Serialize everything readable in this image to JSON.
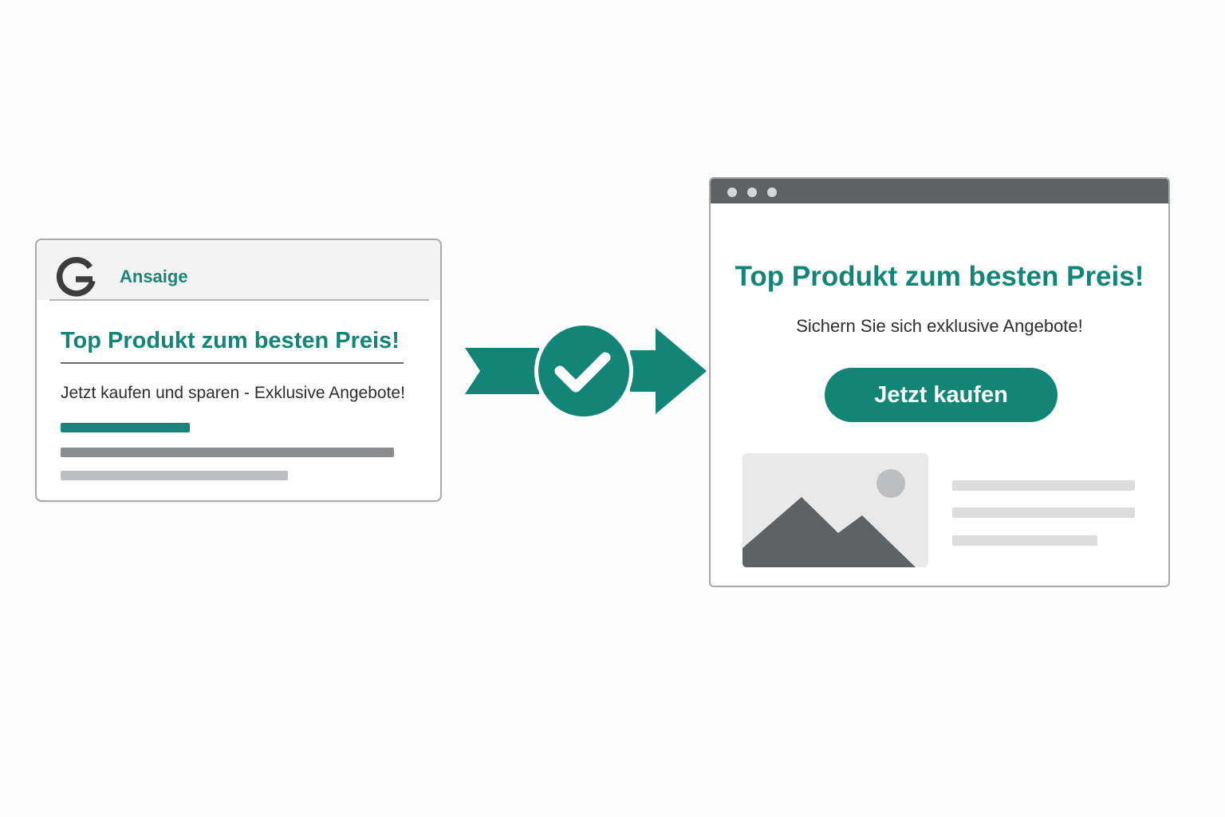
{
  "ad": {
    "logo_icon": "google-g-icon",
    "label": "Ansaige",
    "title": "Top Produkt zum besten Preis!",
    "description": "Jetzt kaufen und sparen - Exklusive Angebote!"
  },
  "connector": {
    "icon": "checkmark-circle-arrow-icon"
  },
  "landing_page": {
    "title": "Top Produkt zum besten Preis!",
    "subtitle": "Sichern Sie sich exklusive Angebote!",
    "cta_label": "Jetzt kaufen",
    "image_icon": "image-placeholder-icon"
  },
  "colors": {
    "accent": "#128576",
    "window_bar": "#5f6264",
    "text": "#2c2e30"
  }
}
